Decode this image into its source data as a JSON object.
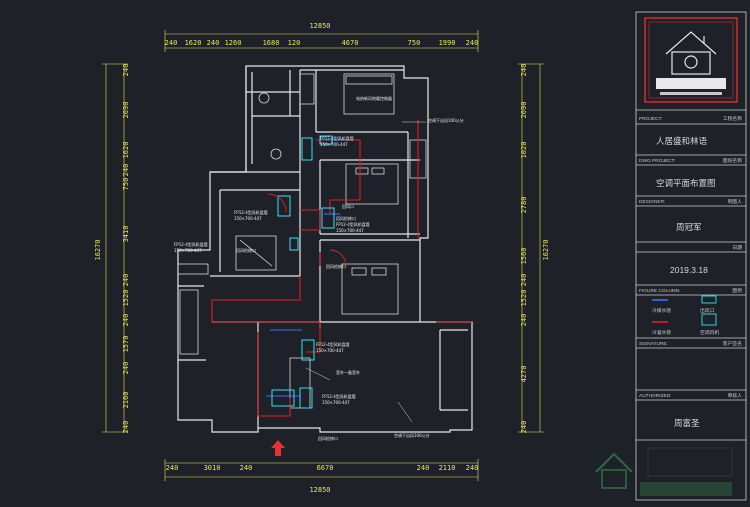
{
  "colors": {
    "background": "#1e2127",
    "dimension": "#e8e85a",
    "wall": "#e8e8e8",
    "pipe_red": "#e02020",
    "pipe_blue": "#3a6cff",
    "equipment": "#33e0ff",
    "frame": "#cfcfcf",
    "arrow": "#e83030"
  },
  "dims": {
    "top": {
      "total": "12850",
      "segments": [
        "240",
        "1620",
        "240",
        "1260",
        "1680",
        "120",
        "4670",
        "750",
        "1990",
        "240"
      ]
    },
    "bottom": {
      "total": "12850",
      "segments": [
        "240",
        "3010",
        "240",
        "6670",
        "240",
        "2110",
        "240"
      ]
    },
    "left": {
      "total": "16270",
      "segments": [
        "240",
        "2690",
        "1620",
        "240",
        "750",
        "3410",
        "240",
        "1520",
        "240",
        "1570",
        "240",
        "2160",
        "240"
      ]
    },
    "right": {
      "total": "16270",
      "segments": [
        "240",
        "2690",
        "1020",
        "2780",
        "1560",
        "240",
        "1520",
        "240",
        "4270",
        "240"
      ]
    }
  },
  "rooms": [
    {
      "text": "电热新风地暖控制器"
    },
    {
      "text": "空调下出风100公分"
    },
    {
      "text": "FP12-4型风机盘管"
    },
    {
      "text": "150×700-447"
    },
    {
      "text": "回风口"
    },
    {
      "text": "FP12-4型风机盘管"
    },
    {
      "text": "150×700-447"
    },
    {
      "text": "回风检修口"
    },
    {
      "text": "FP12-4型风机盘管"
    },
    {
      "text": "150×700-447"
    },
    {
      "text": "FP12-4型风机盘管"
    },
    {
      "text": "150×700-447"
    },
    {
      "text": "回风检修口"
    },
    {
      "text": "回风检修口"
    },
    {
      "text": "FP12-4型风机盘管"
    },
    {
      "text": "150×700-447"
    },
    {
      "text": "室外一备室外"
    },
    {
      "text": "FP12-4型风机盘管"
    },
    {
      "text": "150×700-447"
    },
    {
      "text": "回风检修口"
    },
    {
      "text": "空调下出风100公分"
    }
  ],
  "title_block": {
    "project_label": "PROJECT:",
    "project_caption": "工程名称",
    "project_name": "人居盛和林语",
    "drawing_label": "DWG PROJECT:",
    "drawing_caption": "图纸名称",
    "drawing_name": "空调平面布置图",
    "designer_label": "DESIGNER:",
    "designer_caption": "制图人",
    "designer_name": "周冠军",
    "date_caption": "日期",
    "date": "2019.3.18",
    "legend_label": "FIGURE COLUMN:",
    "legend_caption": "图例",
    "legend_items": [
      {
        "label": "冷媒水管",
        "icon": "refrigerant-pipe-icon"
      },
      {
        "label": "出风口",
        "icon": "air-outlet-icon"
      },
      {
        "label": "冷凝水管",
        "icon": "condensate-pipe-icon"
      },
      {
        "label": "空调内机",
        "icon": "indoor-unit-icon"
      }
    ],
    "signature_label": "SIGNATURE:",
    "signature_caption": "客户签名",
    "authorized_label": "AUTHORIZED:",
    "authorized_caption": "审核人",
    "reviewer_name": "周富圣"
  }
}
